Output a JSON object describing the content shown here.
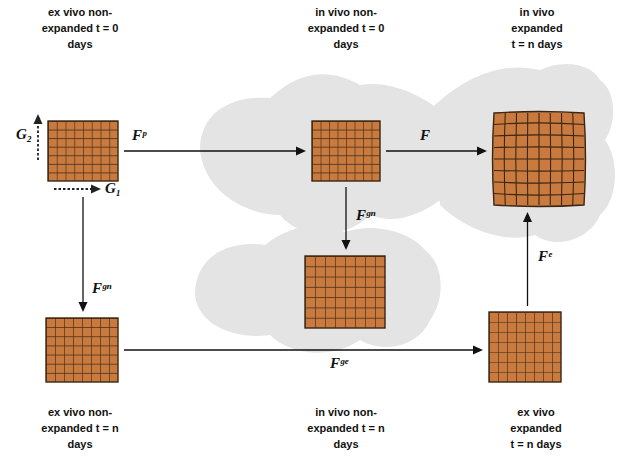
{
  "diagram": {
    "nodes": [
      {
        "text": [
          "ex vivo non-expanded t = 0 days"
        ]
      },
      {
        "text": [
          "in vivo non-expanded t = 0 days"
        ]
      },
      {
        "text": [
          "in vivo expanded t = n days"
        ]
      },
      {
        "text": [
          "in vivo non-expanded t = n days"
        ]
      },
      {
        "text": [
          "ex vivo non-expanded t = n days"
        ]
      },
      {
        "text": [
          "ex vivo expanded t = n days"
        ]
      }
    ],
    "edges": [
      {
        "from": 0,
        "to": 1,
        "arrow": "to",
        "label": "Fᵖ"
      },
      {
        "from": 1,
        "to": 2,
        "arrow": "to",
        "label": "F"
      },
      {
        "from": 1,
        "to": 3,
        "arrow": "to",
        "label": "Fᵍⁿ"
      },
      {
        "from": 0,
        "to": 4,
        "arrow": "to",
        "label": "Fᵍⁿ"
      },
      {
        "from": 4,
        "to": 5,
        "arrow": "to",
        "label": "Fᵍᵉ"
      },
      {
        "from": 5,
        "to": 2,
        "arrow": "to",
        "label": "Fᵉ"
      }
    ],
    "labels": [
      "G₂",
      "G₁"
    ]
  }
}
